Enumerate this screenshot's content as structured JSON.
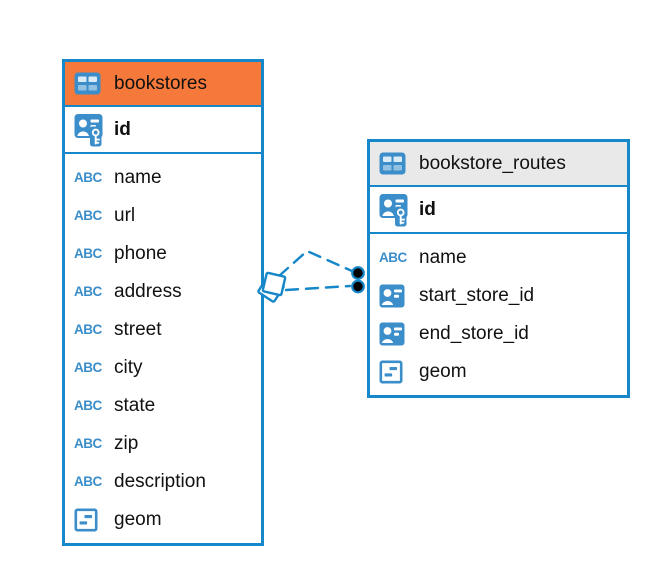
{
  "diagram": {
    "labels": {
      "text_type": "ABC"
    },
    "tables": [
      {
        "name": "bookstores",
        "header_color": "#f5793b",
        "primary_key": {
          "name": "id",
          "icon": "primary-key-icon"
        },
        "columns": [
          {
            "name": "name",
            "type_icon": "text-type-icon"
          },
          {
            "name": "url",
            "type_icon": "text-type-icon"
          },
          {
            "name": "phone",
            "type_icon": "text-type-icon"
          },
          {
            "name": "address",
            "type_icon": "text-type-icon"
          },
          {
            "name": "street",
            "type_icon": "text-type-icon"
          },
          {
            "name": "city",
            "type_icon": "text-type-icon"
          },
          {
            "name": "state",
            "type_icon": "text-type-icon"
          },
          {
            "name": "zip",
            "type_icon": "text-type-icon"
          },
          {
            "name": "description",
            "type_icon": "text-type-icon"
          },
          {
            "name": "geom",
            "type_icon": "geometry-type-icon"
          }
        ]
      },
      {
        "name": "bookstore_routes",
        "header_color": "#e9e9e9",
        "primary_key": {
          "name": "id",
          "icon": "primary-key-icon"
        },
        "columns": [
          {
            "name": "name",
            "type_icon": "text-type-icon"
          },
          {
            "name": "start_store_id",
            "type_icon": "foreign-key-icon"
          },
          {
            "name": "end_store_id",
            "type_icon": "foreign-key-icon"
          },
          {
            "name": "geom",
            "type_icon": "geometry-type-icon"
          }
        ]
      }
    ],
    "relationships": [
      {
        "from_table": "bookstore_routes",
        "to_table": "bookstores",
        "line_style": "dashed",
        "from_marker": "dot",
        "to_marker": "diamond"
      },
      {
        "from_table": "bookstore_routes",
        "to_table": "bookstores",
        "line_style": "dashed",
        "from_marker": "dot",
        "to_marker": "diamond"
      }
    ],
    "colors": {
      "background": "#ffffff",
      "table_border": "#1687c9",
      "selected_header": "#f5793b",
      "header": "#e9e9e9",
      "icon_blue": "#3b8ec9",
      "text": "#111111",
      "relationship_line": "#1687c9",
      "endpoint_dot": "#000000"
    }
  }
}
